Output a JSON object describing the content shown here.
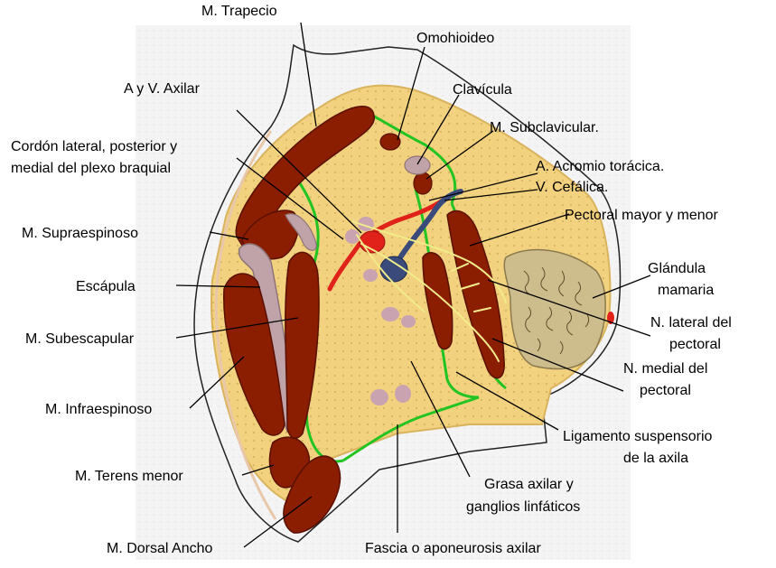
{
  "colors": {
    "background": "#ffffff",
    "panel": "#f4f4f4",
    "fat": "#f2d27e",
    "fat_dark": "#d9b35d",
    "fat_dot": "#c9a54f",
    "muscle": "#8b1d00",
    "muscle_edge": "#5a1000",
    "bone": "#bfa3a8",
    "bone_edge": "#8d7479",
    "fascia": "#22c422",
    "artery": "#e0221b",
    "vein": "#3a4a7a",
    "nerve": "#f1ec8a",
    "gland": "#cdbd8d",
    "lymph": "#c9a3b0",
    "skin": "#f0d8b0"
  },
  "labels": {
    "trapecio": "M. Trapecio",
    "omohioideo": "Omohioideo",
    "axilar": "A y V. Axilar",
    "clavicula": "Clavícula",
    "subclavicular": "M. Subclavicular.",
    "plexo_1": "Cordón lateral, posterior y",
    "plexo_2": "medial del plexo braquial",
    "acromio": "A. Acromio torácica.",
    "cefalica": "V. Cefálica.",
    "pectoral": "Pectoral mayor y menor",
    "supraespinoso": "M. Supraespinoso",
    "glandula_1": "Glándula",
    "glandula_2": "mamaria",
    "escapula": "Escápula",
    "n_lateral_1": "N. lateral del",
    "n_lateral_2": "pectoral",
    "subescapular": "M. Subescapular",
    "n_medial_1": "N. medial del",
    "n_medial_2": "pectoral",
    "infraespinoso": "M. Infraespinoso",
    "ligamento_1": "Ligamento suspensorio",
    "ligamento_2": "de la axila",
    "terens": "M. Terens menor",
    "grasa_1": "Grasa axilar y",
    "grasa_2": "ganglios linfáticos",
    "dorsal": "M. Dorsal Ancho",
    "fascia": "Fascia o aponeurosis axilar"
  }
}
